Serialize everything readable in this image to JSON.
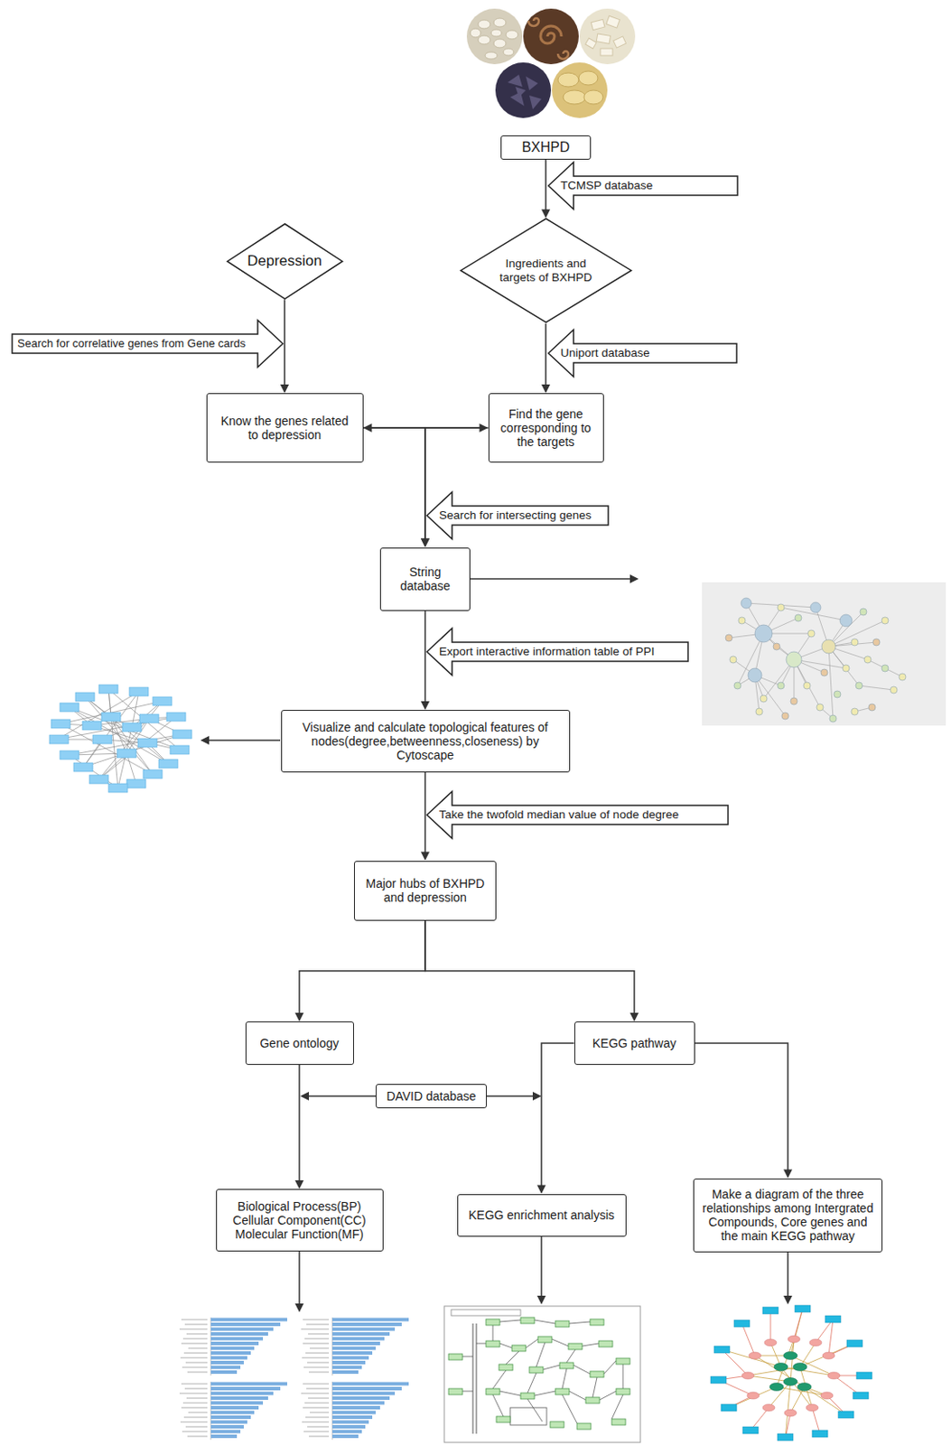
{
  "diagram": {
    "nodes": [
      {
        "text": [
          "BXHPD"
        ]
      },
      {
        "text": [
          "TCMSP database"
        ]
      },
      {
        "text": [
          "Depression"
        ]
      },
      {
        "text": [
          "Ingredients and targets of BXHPD"
        ]
      },
      {
        "text": [
          "Search for correlative genes from Gene cards"
        ]
      },
      {
        "text": [
          "Uniport database"
        ]
      },
      {
        "text": [
          "Know the genes related to depression"
        ]
      },
      {
        "text": [
          "Find the gene corresponding to the targets"
        ]
      },
      {
        "text": [
          "Search for intersecting genes"
        ]
      },
      {
        "text": [
          "String database"
        ]
      },
      {
        "text": [
          "Export interactive information table of PPI"
        ]
      },
      {
        "text": [
          "Visualize and calculate topological features of nodes(degree,betweenness,closeness) by Cytoscape"
        ]
      },
      {
        "text": [
          "Take the twofold median value of node degree"
        ]
      },
      {
        "text": [
          "Major hubs of BXHPD and depression"
        ]
      },
      {
        "text": [
          "Gene ontology"
        ]
      },
      {
        "text": [
          "KEGG pathway"
        ]
      },
      {
        "text": [
          "DAVID database"
        ]
      },
      {
        "text": [
          "Biological Process(BP) Cellular Component(CC) Molecular Function(MF)"
        ]
      },
      {
        "text": [
          "KEGG enrichment analysis"
        ]
      },
      {
        "text": [
          "Make a diagram of the three relationships among Intergrated Compounds, Core genes and the main KEGG pathway"
        ]
      }
    ],
    "edges": [
      {
        "from": 0,
        "to": 3,
        "arrow": "to"
      },
      {
        "from": 2,
        "to": 6,
        "arrow": "to"
      },
      {
        "from": 3,
        "to": 7,
        "arrow": "to"
      },
      {
        "from": 6,
        "to": 7,
        "arrow": "both"
      },
      {
        "from": 6,
        "to": 9,
        "arrow": "to"
      },
      {
        "from": 7,
        "to": 9,
        "arrow": "to"
      },
      {
        "from": 9,
        "to": 11,
        "arrow": "to"
      },
      {
        "from": 11,
        "to": 13,
        "arrow": "to"
      },
      {
        "from": 13,
        "to": 14,
        "arrow": "to"
      },
      {
        "from": 13,
        "to": 15,
        "arrow": "to"
      },
      {
        "from": 14,
        "to": 17,
        "arrow": "to"
      },
      {
        "from": 15,
        "to": 18,
        "arrow": "to"
      },
      {
        "from": 15,
        "to": 19,
        "arrow": "to"
      }
    ]
  }
}
